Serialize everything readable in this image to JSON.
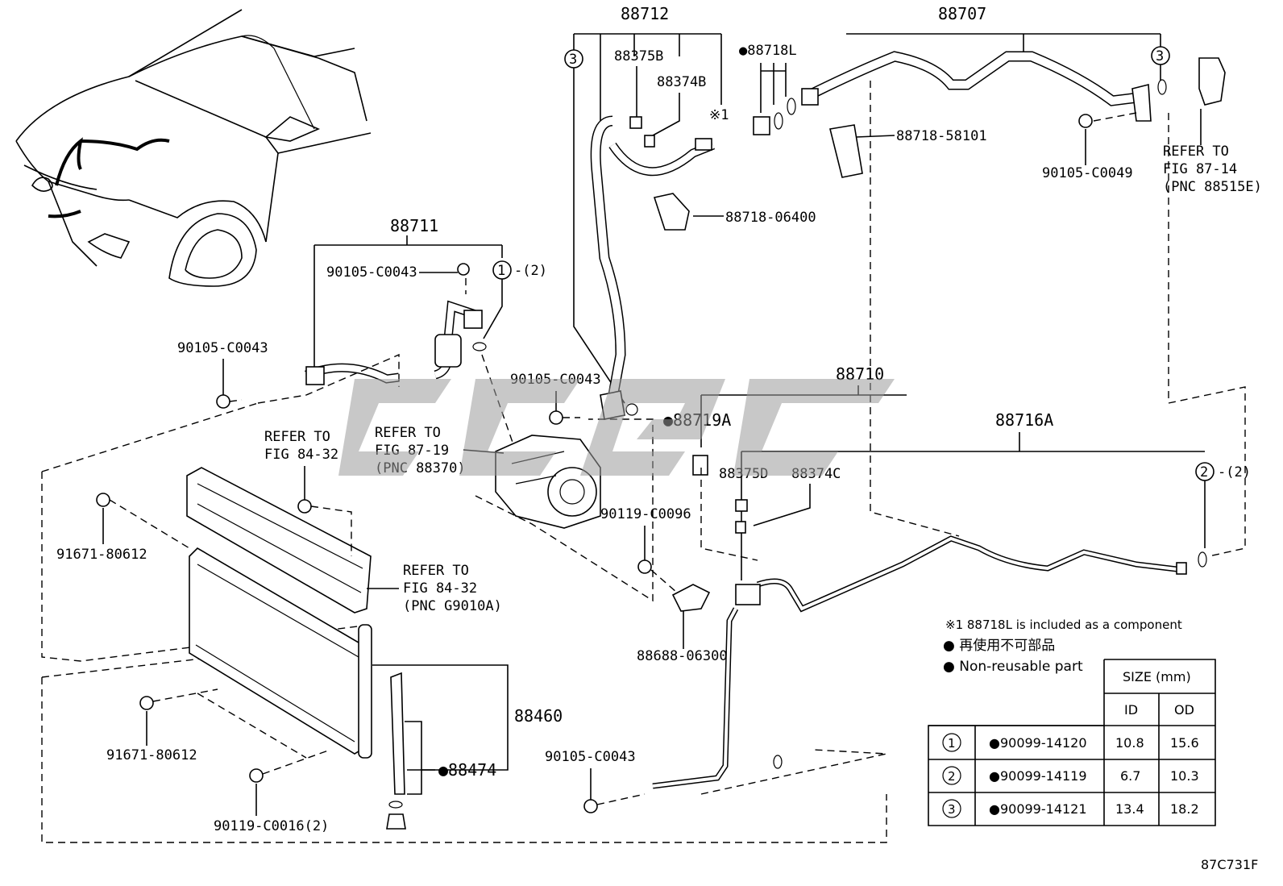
{
  "labels": {
    "p88712": "88712",
    "p88707": "88707",
    "p88375B": "88375B",
    "p88374B": "88374B",
    "note1_mark": "※1",
    "p88718L": "●88718L",
    "p88718_58101": "88718-58101",
    "p90105_C0049": "90105-C0049",
    "refer_87_14_a": "REFER TO",
    "refer_87_14_b": "FIG 87-14",
    "refer_87_14_c": "(PNC 88515E)",
    "p88718_06400": "88718-06400",
    "p88711": "88711",
    "p90105_C0043_a": "90105-C0043",
    "circle1_qty": "-(2)",
    "p90105_C0043_b": "90105-C0043",
    "refer_84_32_a1": "REFER TO",
    "refer_84_32_a2": "FIG 84-32",
    "refer_87_19_a": "REFER TO",
    "refer_87_19_b": "FIG 87-19",
    "refer_87_19_c": "(PNC 88370)",
    "p90105_C0043_c": "90105-C0043",
    "p88710": "88710",
    "p88719A": "●88719A",
    "p88716A": "88716A",
    "p88375D": "88375D",
    "p88374C": "88374C",
    "circle2_qty": "-(2)",
    "p91671_80612_a": "91671-80612",
    "refer_84_32_b1": "REFER TO",
    "refer_84_32_b2": "FIG 84-32",
    "refer_84_32_b3": "(PNC G9010A)",
    "p90119_C0096": "90119-C0096",
    "p88688_06300": "88688-06300",
    "p88460": "88460",
    "p88474": "●88474",
    "p91671_80612_b": "91671-80612",
    "p90119_C0016": "90119-C0016(2)",
    "p90105_C0043_d": "90105-C0043",
    "figure_code": "87C731F"
  },
  "circles": {
    "c1": "1",
    "c2": "2",
    "c3": "3"
  },
  "notes": {
    "component": "※1  88718L is included as a component",
    "jp": "● 再使用不可部品",
    "en": "● Non-reusable part"
  },
  "table": {
    "size_header": "SIZE (mm)",
    "id_header": "ID",
    "od_header": "OD",
    "rows": [
      {
        "no": "1",
        "part": "●90099-14120",
        "id": "10.8",
        "od": "15.6"
      },
      {
        "no": "2",
        "part": "●90099-14119",
        "id": "6.7",
        "od": "10.3"
      },
      {
        "no": "3",
        "part": "●90099-14121",
        "id": "13.4",
        "od": "18.2"
      }
    ]
  }
}
